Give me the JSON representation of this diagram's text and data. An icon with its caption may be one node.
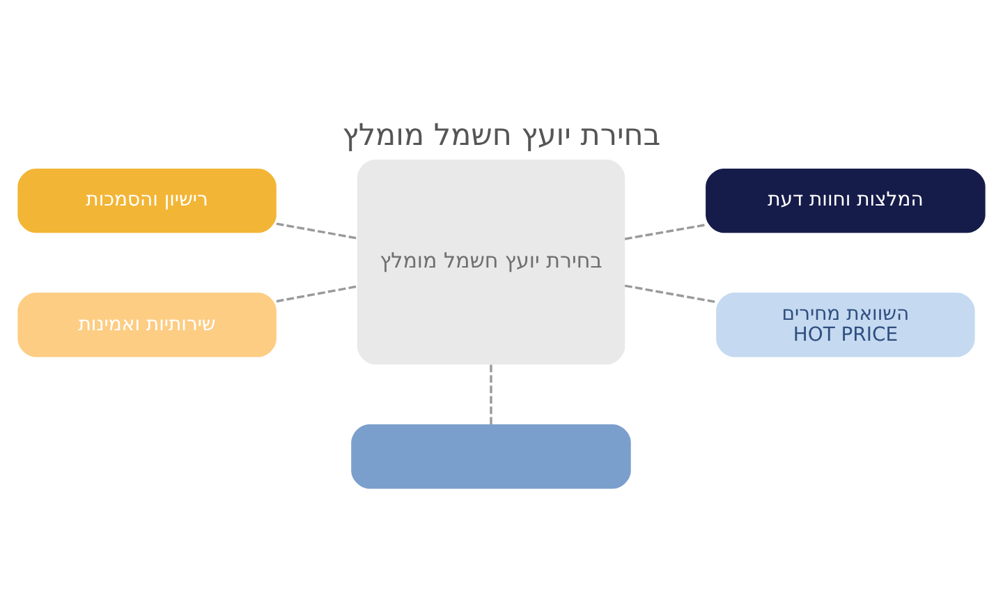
{
  "diagram": {
    "title": "בחירת יועץ חשמל מומלץ",
    "nodes": [
      {
        "text": [
          "בחירת יועץ חשמל מומלץ"
        ]
      },
      {
        "text": [
          "המלצות וחוות דעת"
        ]
      },
      {
        "text": [
          "רישיון והסמכות"
        ]
      },
      {
        "text": [
          "השוואת מחירים",
          "HOT PRICE"
        ]
      },
      {
        "text": [
          "שירותיות ואמינות"
        ]
      },
      {
        "text": [],
        "shape": "box"
      }
    ],
    "edges": [
      {
        "from": 0,
        "to": 1,
        "arrow": "none",
        "style": "dashed"
      },
      {
        "from": 2,
        "to": 0,
        "arrow": "none",
        "style": "dashed"
      },
      {
        "from": 0,
        "to": 3,
        "arrow": "none",
        "style": "dashed"
      },
      {
        "from": 4,
        "to": 0,
        "arrow": "none",
        "style": "dashed"
      },
      {
        "from": 0,
        "to": 5,
        "arrow": "none",
        "style": "dashed"
      }
    ]
  }
}
